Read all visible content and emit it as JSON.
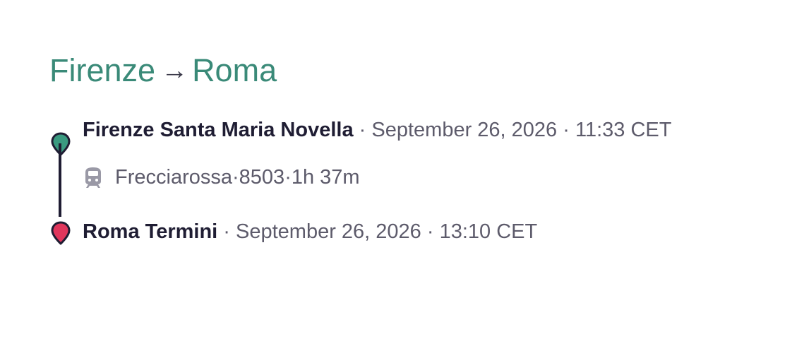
{
  "trip": {
    "origin_city": "Firenze",
    "arrow": "→",
    "destination_city": "Roma"
  },
  "departure": {
    "station": "Firenze Santa Maria Novella",
    "separator1": " · ",
    "date": "September 26, 2026",
    "separator2": " · ",
    "time": "11:33 CET",
    "icon": "map-pin-icon",
    "color": "#3a9a80"
  },
  "segment": {
    "icon": "train-icon",
    "operator": "Frecciarossa",
    "separator1": " · ",
    "train_number": "8503",
    "separator2": " · ",
    "duration": "1h 37m"
  },
  "arrival": {
    "station": "Roma Termini",
    "separator1": " · ",
    "date": "September 26, 2026",
    "separator2": " · ",
    "time": "13:10 CET",
    "icon": "map-pin-icon",
    "color": "#e0365c"
  }
}
